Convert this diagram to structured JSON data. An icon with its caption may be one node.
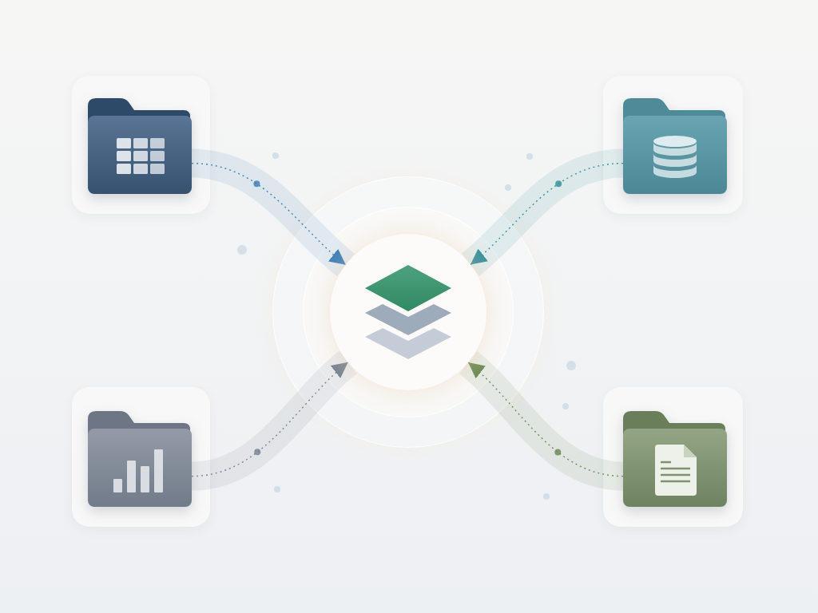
{
  "diagram": {
    "nodes": [
      {
        "text": [],
        "shape": "box"
      },
      {
        "text": [],
        "shape": "picture",
        "in": 0
      },
      {
        "text": [],
        "shape": "box"
      },
      {
        "text": [],
        "shape": "picture",
        "in": 2
      },
      {
        "text": [],
        "shape": "circle"
      },
      {
        "text": [],
        "shape": "box"
      },
      {
        "text": [],
        "shape": "picture",
        "in": 5
      },
      {
        "text": [],
        "shape": "box"
      },
      {
        "text": [],
        "shape": "picture",
        "in": 7
      }
    ],
    "edges": [
      {
        "from": 1,
        "to": 4,
        "arrow": "to",
        "style": "dashed",
        "color": "#3f80b8"
      },
      {
        "from": 3,
        "to": 4,
        "arrow": "to",
        "style": "dashed",
        "color": "#3b929c"
      },
      {
        "from": 6,
        "to": 4,
        "arrow": "to",
        "style": "dashed",
        "color": "#7b8594"
      },
      {
        "from": 8,
        "to": 4,
        "arrow": "to",
        "style": "dashed",
        "color": "#6f8c58"
      }
    ]
  }
}
